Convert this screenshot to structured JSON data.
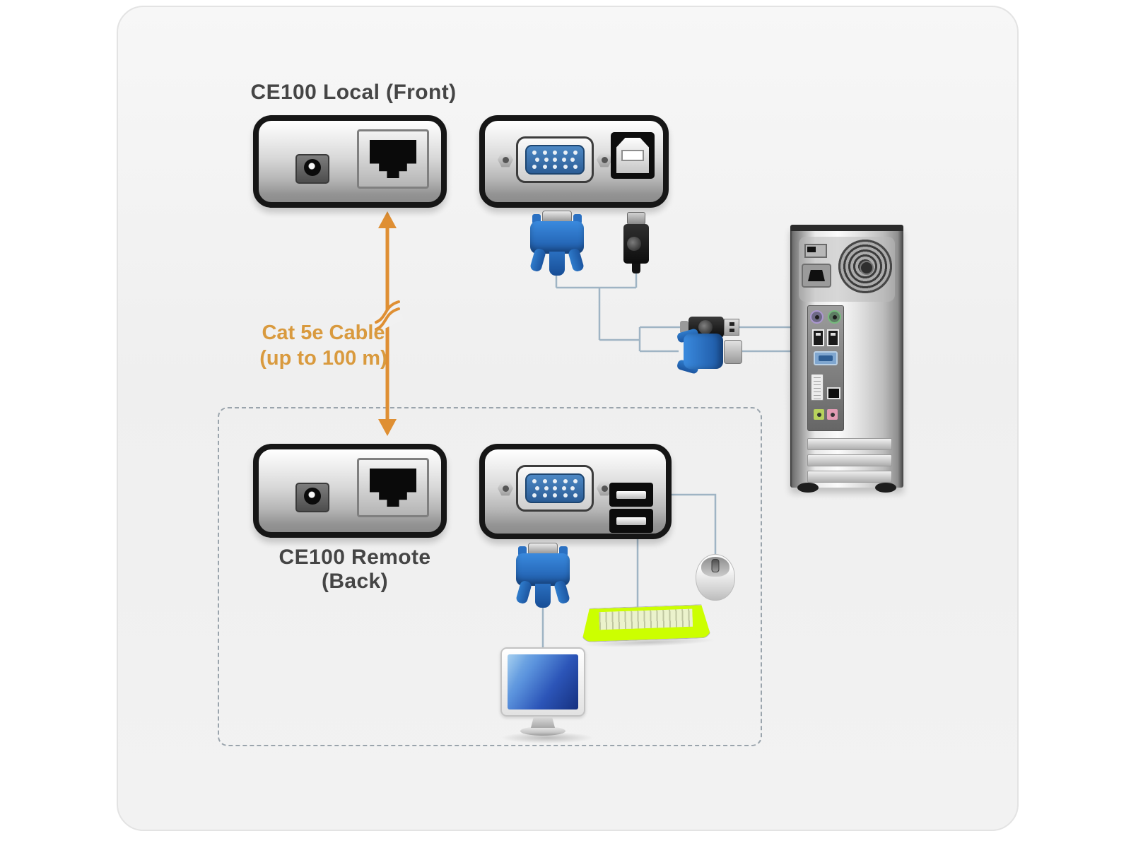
{
  "labels": {
    "local_title": "CE100 Local (Front)",
    "remote_title": "CE100 Remote (Back)",
    "cable_line1": "Cat 5e Cable",
    "cable_line2": "(up to 100 m)"
  },
  "colors": {
    "orange_text": "#D99A3E",
    "arrow_orange": "#DF8F33",
    "cable_line": "#9FB4C4",
    "vga_blue": "#2C5D96",
    "connector_blue": "#2A6FC0",
    "panel_border_black": "#161616",
    "title_gray": "#454545",
    "dashed_border": "#9AA4AC"
  },
  "components": {
    "local_unit_front": {
      "ports": [
        "dc-power-jack",
        "rj45-link-port",
        "vga-port",
        "usb-b-port"
      ]
    },
    "remote_unit_back": {
      "ports": [
        "dc-power-jack",
        "rj45-link-port",
        "vga-port",
        "usb-a-port-top",
        "usb-a-port-bottom"
      ]
    },
    "computer_rear": {
      "features": [
        "power-switch",
        "ac-inlet",
        "fan-grille",
        "ps2-mouse-port",
        "ps2-keyboard-port",
        "usb-ports",
        "vga-port",
        "dvi-port",
        "square-port",
        "audio-jacks",
        "expansion-slots"
      ]
    },
    "cables": [
      "vga-cable",
      "usb-b-cable",
      "usb-a-plug",
      "vga-plug"
    ],
    "peripherals": [
      "monitor",
      "keyboard",
      "mouse"
    ]
  }
}
